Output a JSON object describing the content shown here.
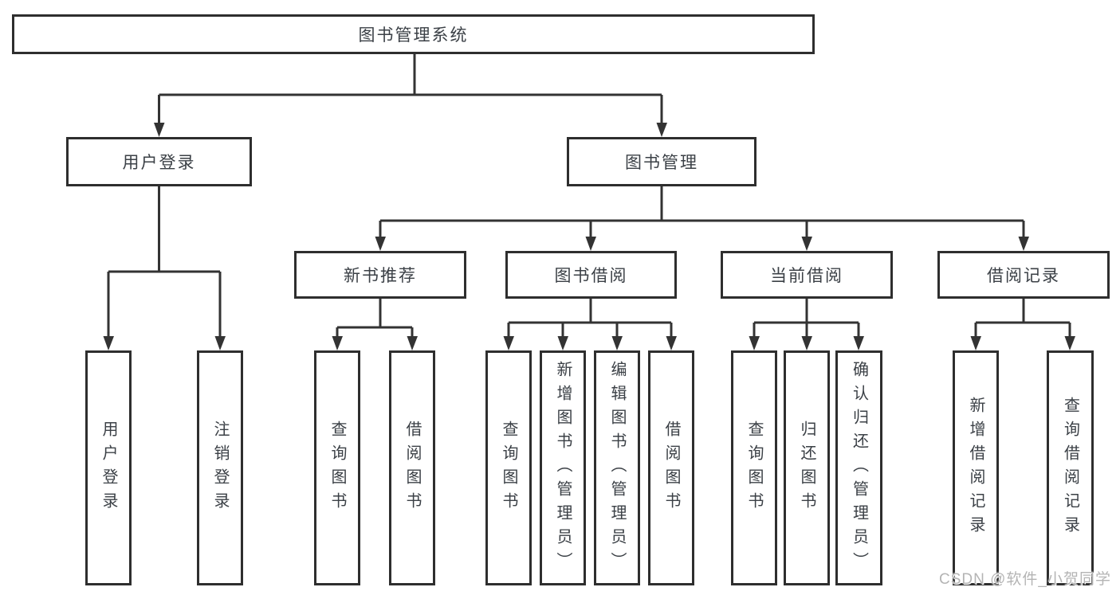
{
  "nodes": {
    "root": {
      "label": "图书管理系统"
    },
    "user_login": {
      "label": "用户登录"
    },
    "book_mgmt": {
      "label": "图书管理"
    },
    "new_book_rec": {
      "label": "新书推荐"
    },
    "book_borrow": {
      "label": "图书借阅"
    },
    "current_borrow": {
      "label": "当前借阅"
    },
    "borrow_record": {
      "label": "借阅记录"
    },
    "leaf_user_login": {
      "label": "用户登录"
    },
    "leaf_logout_login": {
      "label": "注销登录"
    },
    "leaf_nbr_query_book": {
      "label": "查询图书"
    },
    "leaf_nbr_borrow_book": {
      "label": "借阅图书"
    },
    "leaf_bb_query_book": {
      "label": "查询图书"
    },
    "leaf_bb_add_book": {
      "label": "新增图书（管理员）"
    },
    "leaf_bb_edit_book": {
      "label": "编辑图书（管理员）"
    },
    "leaf_bb_borrow_book": {
      "label": "借阅图书"
    },
    "leaf_cb_query_book": {
      "label": "查询图书"
    },
    "leaf_cb_return_book": {
      "label": "归还图书"
    },
    "leaf_cb_confirm_return": {
      "label": "确认归还（管理员）"
    },
    "leaf_br_add_record": {
      "label": "新增借阅记录"
    },
    "leaf_br_query_record": {
      "label": "查询借阅记录"
    }
  },
  "watermark": {
    "text": "CSDN @软件_小贺同学"
  },
  "colors": {
    "line": "#333333",
    "box_border": "#2e2e2e",
    "text": "#3b4046",
    "watermark": "#b4b4b4",
    "background": "#ffffff"
  }
}
